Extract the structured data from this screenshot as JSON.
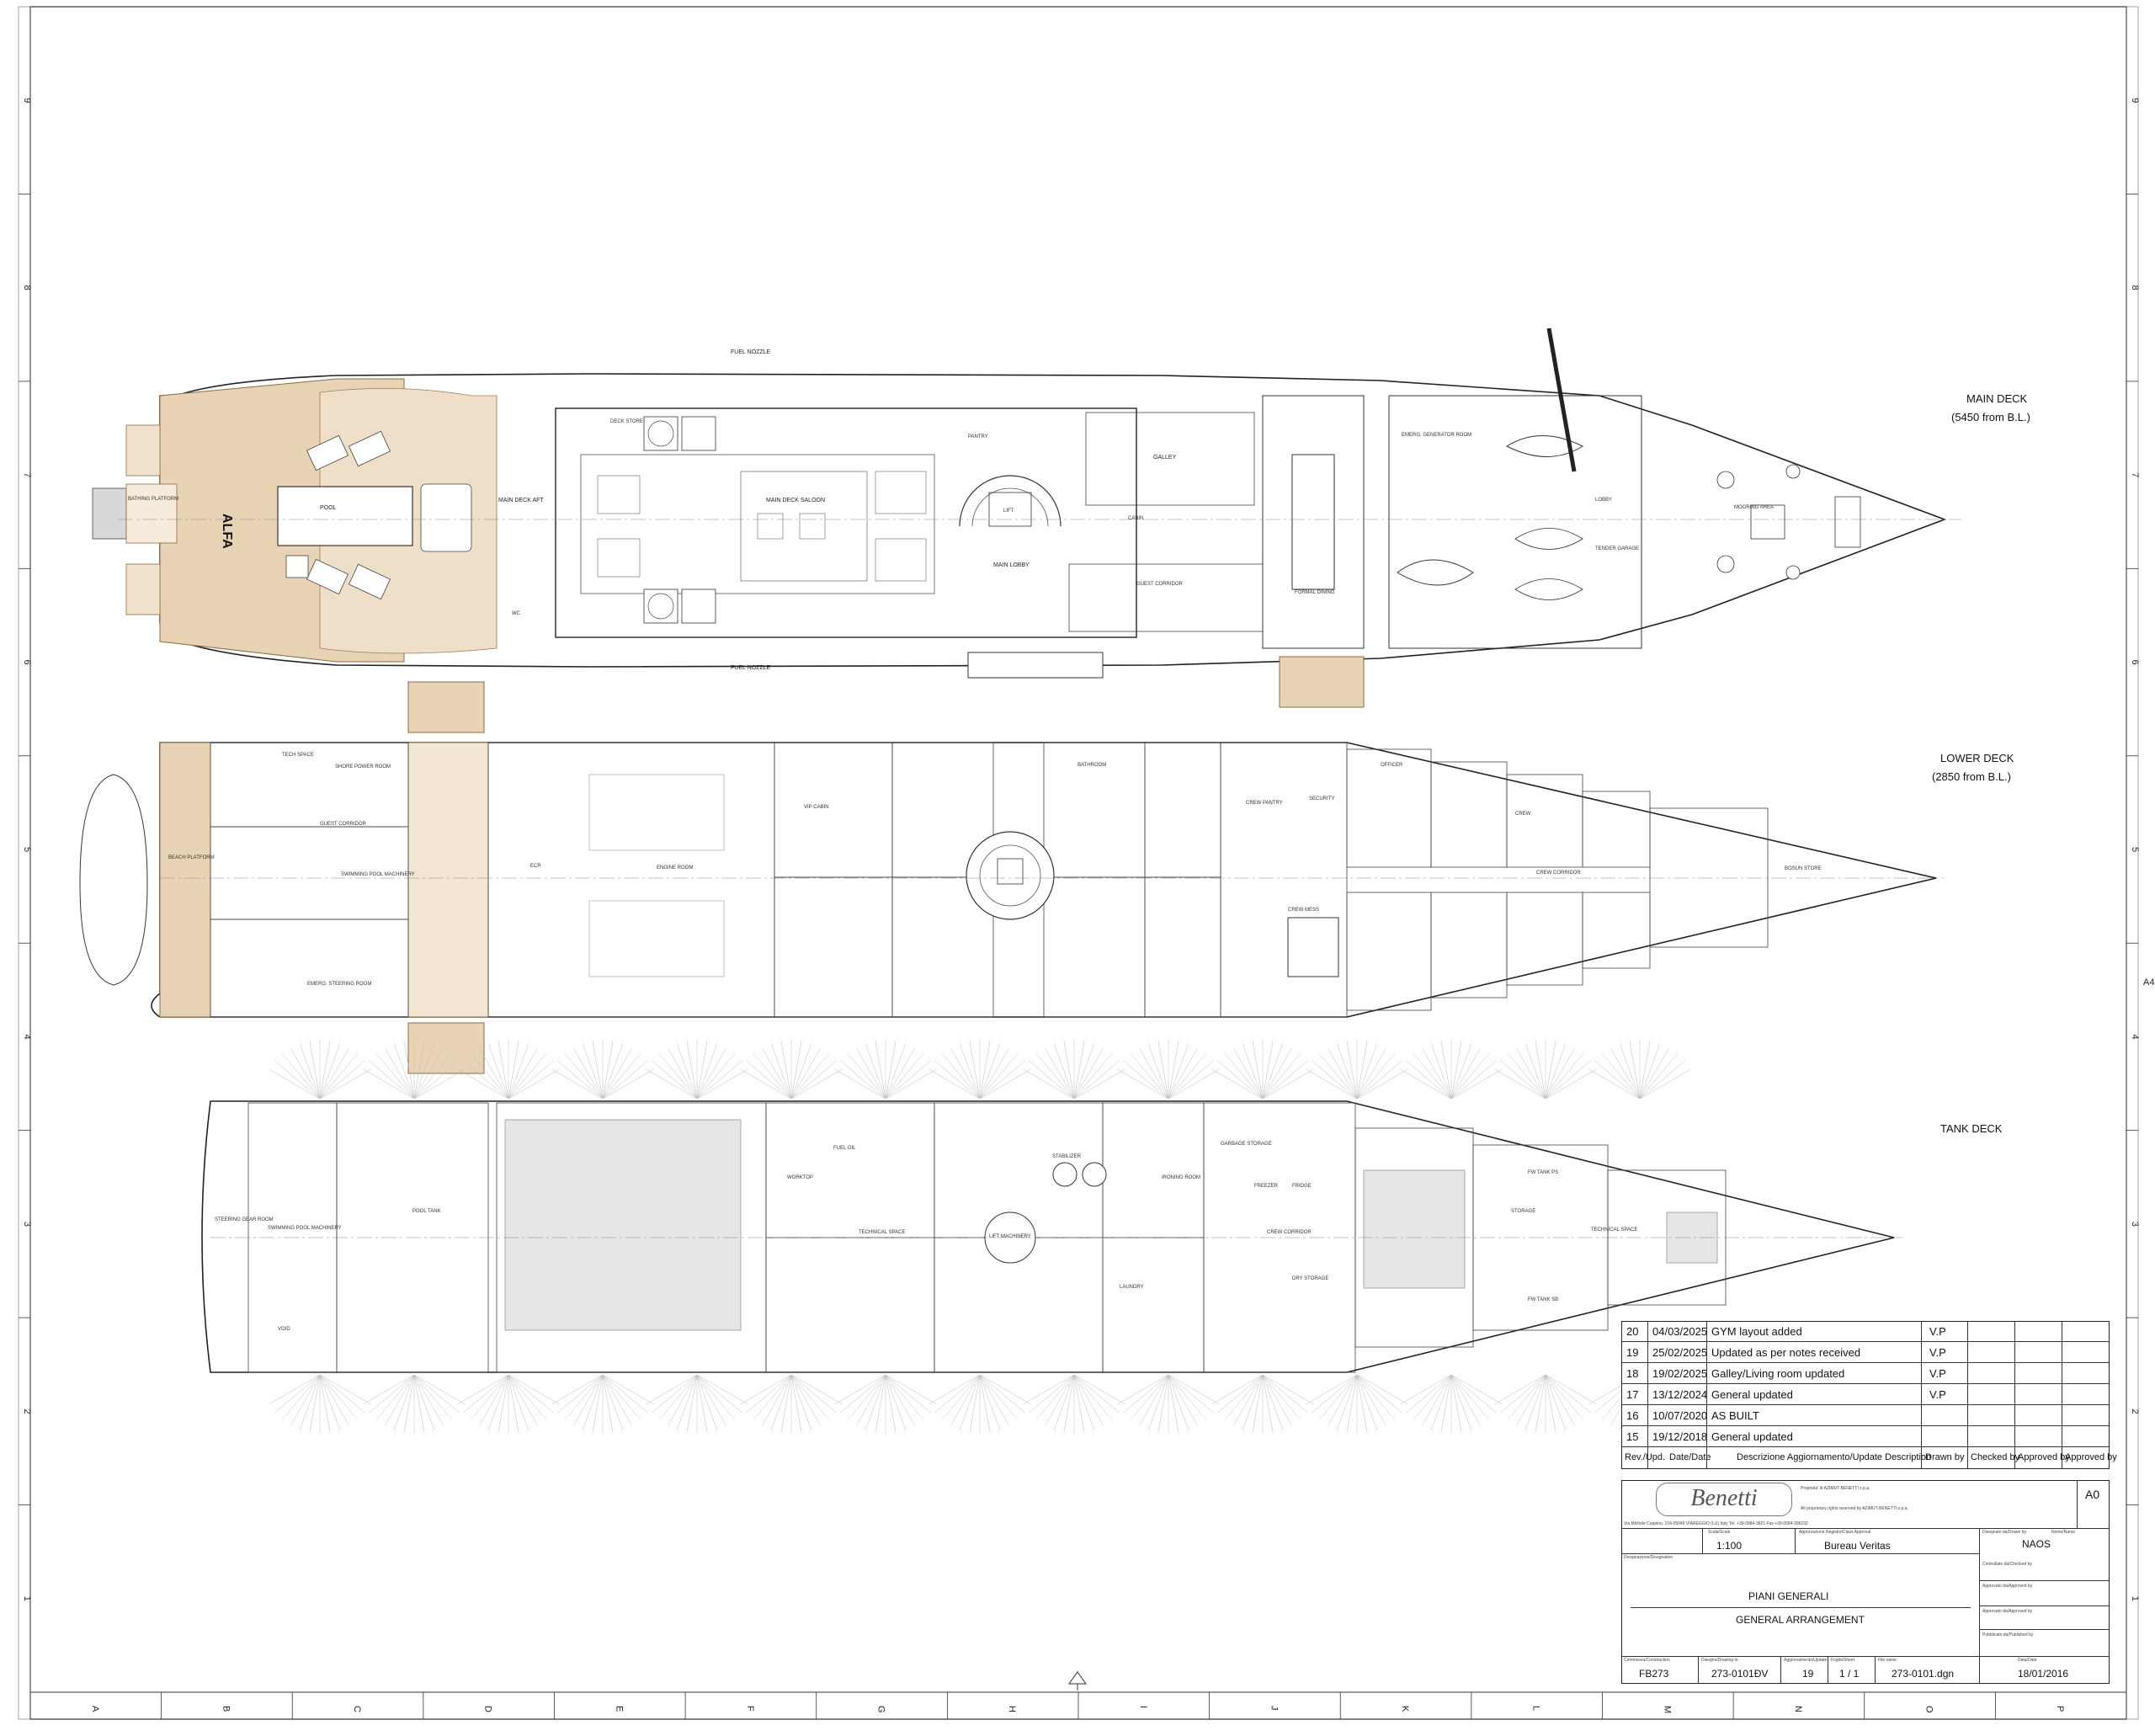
{
  "decks": {
    "main": {
      "title": "MAIN DECK",
      "subtitle": "(5450 from B.L.)"
    },
    "lower": {
      "title": "LOWER DECK",
      "subtitle": "(2850 from B.L.)"
    },
    "tank": {
      "title": "TANK DECK"
    }
  },
  "main_deck_labels": {
    "fuel_nozzle_top": "FUEL NOZZLE",
    "fuel_nozzle_bottom": "FUEL NOZZLE",
    "bathing_platform": "BATHING PLATFORM",
    "alfa": "ALFA",
    "pool": "POOL",
    "main_deck_aft": "MAIN DECK AFT",
    "main_deck_saloon": "MAIN DECK SALOON",
    "main_lobby": "MAIN LOBBY",
    "lift": "LIFT",
    "galley": "GALLEY",
    "guest_corridor": "GUEST CORRIDOR",
    "formal_dining": "FORMAL DINING",
    "emerg_generator_room": "EMERG. GENERATOR ROOM",
    "tender_garage": "TENDER GARAGE",
    "lobby": "LOBBY",
    "mooring_area": "MOORING AREA",
    "deck_store": "DECK STORE",
    "pantry": "PANTRY",
    "cabin": "CABIN",
    "wc": "WC"
  },
  "lower_deck_labels": {
    "tech_space": "TECH SPACE",
    "shore_power_room": "SHORE POWER ROOM",
    "guest_corridor": "GUEST CORRIDOR",
    "swimming_pool_machinery": "SWIMMING POOL MACHINERY",
    "beach_platform": "BEACH PLATFORM",
    "emerg_steering_room": "EMERG. STEERING ROOM",
    "ecr": "ECR",
    "engine_room": "ENGINE ROOM",
    "vip_cabin": "VIP CABIN",
    "bathroom": "BATHROOM",
    "crew_pantry": "CREW PANTRY",
    "crew_mess": "CREW MESS",
    "security": "SECURITY",
    "officer": "OFFICER",
    "crew": "CREW",
    "crew_corridor": "CREW CORRIDOR",
    "bosun_store": "BOSUN STORE"
  },
  "tank_deck_labels": {
    "steering_gear_room": "STEERING GEAR ROOM",
    "swimming_pool_machinery": "SWIMMING POOL MACHINERY",
    "void": "VOID",
    "pool_tank": "POOL TANK",
    "fuel_oil": "FUEL OIL",
    "workshop": "WORKTOP",
    "technical_space": "TECHNICAL SPACE",
    "lift_machinery": "LIFT MACHINERY",
    "stabilizer": "STABILIZER",
    "ironing_room": "IRONING ROOM",
    "laundry": "LAUNDRY",
    "fridge": "FRIDGE",
    "freezer": "FREEZER",
    "garbage_storage": "GARBAGE STORAGE",
    "dry_storage": "DRY STORAGE",
    "storage": "STORAGE",
    "technical_space_fwd": "TECHNICAL SPACE",
    "fw_tank_ps": "FW TANK PS",
    "fw_tank_sb": "FW TANK SB",
    "crew_corridor": "CREW CORRIDOR"
  },
  "grid": {
    "columns": [
      "A",
      "B",
      "C",
      "D",
      "E",
      "F",
      "G",
      "H",
      "I",
      "J",
      "K",
      "L",
      "M",
      "N",
      "O",
      "P"
    ],
    "rows": [
      "9",
      "8",
      "7",
      "6",
      "5",
      "4",
      "3",
      "2",
      "1"
    ],
    "sheet_size_marker": "A4"
  },
  "revisions": {
    "header": {
      "rev": "Rev./Upd.",
      "date": "Date/Date",
      "desc": "Descrizione Aggiornamento/Update Description",
      "drawn": "Drawn by",
      "checked": "Checked by",
      "approved": "Approved by",
      "approved2": "Approved by"
    },
    "rows": [
      {
        "rev": "20",
        "date": "04/03/2025",
        "desc": "GYM layout added",
        "drawn": "V.P"
      },
      {
        "rev": "19",
        "date": "25/02/2025",
        "desc": "Updated as per notes received",
        "drawn": "V.P"
      },
      {
        "rev": "18",
        "date": "19/02/2025",
        "desc": "Galley/Living room updated",
        "drawn": "V.P"
      },
      {
        "rev": "17",
        "date": "13/12/2024",
        "desc": "General updated",
        "drawn": "V.P"
      },
      {
        "rev": "16",
        "date": "10/07/2020",
        "desc": "AS BUILT",
        "drawn": ""
      },
      {
        "rev": "15",
        "date": "19/12/2018",
        "desc": "General updated",
        "drawn": ""
      }
    ]
  },
  "title_block": {
    "logo": "Benetti",
    "sheet_format": "A0",
    "company_address": "Via Michele Coppino, 104-55049 VIAREGGIO (LU) Italy  Tel. +39-0584-3821 Fax +39-0584-396232",
    "property_note": "Proprieta' di AZIMUT-BENETTI s.p.a.",
    "rights_note": "All proprietary rights reserved by AZIMUT-BENETTI s.p.a.",
    "scale_label": "Scala/Scale",
    "scale": "1:100",
    "registry_label": "Approvazione Registro/Class Approval",
    "registry": "Bureau Veritas",
    "name_label": "Nome/Name",
    "name": "NAOS",
    "drawn_by_label": "Disegnato da/Drawn by",
    "checked_by_label": "Controllato da/Checked by",
    "approved_by_label": "Approvato da/Approved by",
    "designation_label": "Designazione/Designation",
    "title_it": "PIANI GENERALI",
    "title_en": "GENERAL ARRANGEMENT",
    "published_label": "Pubblicato da/Published by",
    "date_label": "Data/Date",
    "commessa_label": "Commessa/Construction",
    "commessa": "FB273",
    "drawing_no_label": "Disegno/Drawing nr.",
    "drawing_no": "273-0101ÐV",
    "update_label": "Aggiornamento/Update",
    "update": "19",
    "sheet_label": "Foglio/Sheet",
    "sheet": "1 / 1",
    "file_label": "File name",
    "file": "273-0101.dgn",
    "date": "18/01/2016"
  }
}
